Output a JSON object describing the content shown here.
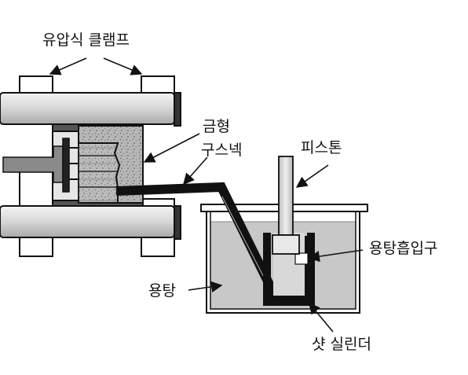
{
  "labels": {
    "hydraulic_clamp": "유압식 클램프",
    "mold": "금형",
    "gooseneck": "구스넥",
    "piston": "피스톤",
    "melt_inlet": "용탕흡입구",
    "molten_metal": "용탕",
    "shot_cylinder": "샷 실린더"
  },
  "colors": {
    "line": "#111111",
    "bar_fill": "#d9d9d9",
    "bar_highlight": "#f2f2f2",
    "mold_fill": "#b5b5b5",
    "mold_speckle": "#6f6f6f",
    "melt_fill": "#c8c8c8",
    "piston_fill": "#d4d4d4",
    "ejector_fill": "#8a8a8a"
  }
}
